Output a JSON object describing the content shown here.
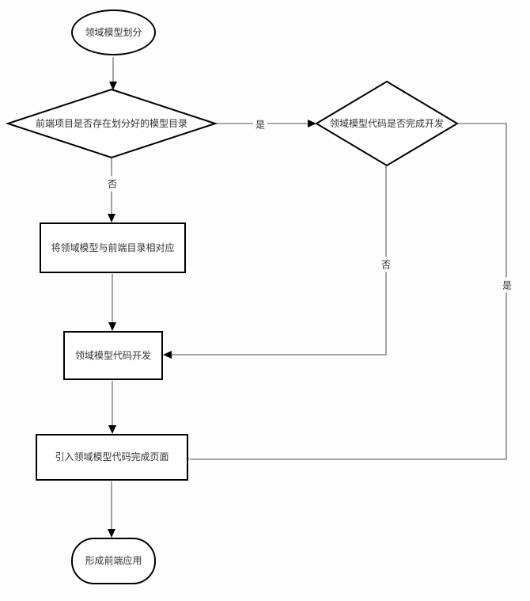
{
  "diagram": {
    "type": "flowchart",
    "nodes": {
      "start": {
        "label": "领域模型划分",
        "shape": "terminator"
      },
      "decision1": {
        "label": "前端项目是否存在划分好的模型目录",
        "shape": "decision"
      },
      "decision2": {
        "label": "领域模型代码是否完成开发",
        "shape": "decision"
      },
      "process1": {
        "label": "将领域模型与前端目录相对应",
        "shape": "process"
      },
      "process2": {
        "label": "领域模型代码开发",
        "shape": "process"
      },
      "process3": {
        "label": "引入领域模型代码完成页面",
        "shape": "process"
      },
      "end": {
        "label": "形成前端应用",
        "shape": "terminator"
      }
    },
    "edges": [
      {
        "from": "start",
        "to": "decision1",
        "label": ""
      },
      {
        "from": "decision1",
        "to": "decision2",
        "label": "是"
      },
      {
        "from": "decision1",
        "to": "process1",
        "label": "否"
      },
      {
        "from": "process1",
        "to": "process2",
        "label": ""
      },
      {
        "from": "decision2",
        "to": "process2",
        "label": "否"
      },
      {
        "from": "process2",
        "to": "process3",
        "label": ""
      },
      {
        "from": "decision2",
        "to": "process3",
        "label": "是"
      },
      {
        "from": "process3",
        "to": "end",
        "label": ""
      }
    ],
    "colors": {
      "shape_border": "#000000",
      "shape_fill": "#ffffff",
      "connector": "#757575",
      "arrowhead": "#000000",
      "text": "#333333",
      "background": "#fdfdfd"
    }
  }
}
